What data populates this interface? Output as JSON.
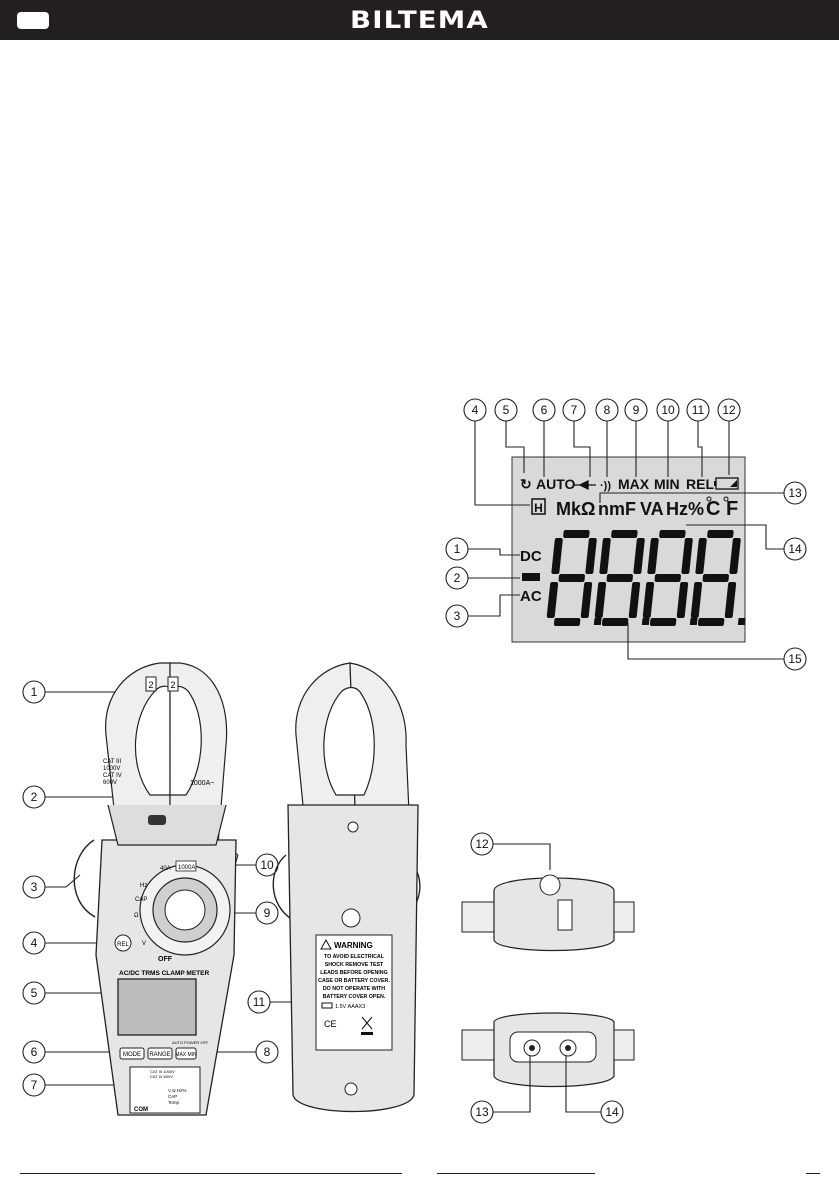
{
  "header": {
    "brand": "BILTEMA"
  },
  "lcd": {
    "row1": {
      "auto": "AUTO",
      "max": "MAX",
      "min": "MIN",
      "rel": "REL"
    },
    "row2": {
      "hold": "H",
      "units": "MkΩ",
      "nm": "nmF",
      "va": "VA",
      "hz": "Hz%",
      "temp": "C F"
    },
    "dc": "DC",
    "ac": "AC",
    "digits": "8.8.8.8",
    "callouts": [
      "1",
      "2",
      "3",
      "4",
      "5",
      "6",
      "7",
      "8",
      "9",
      "10",
      "11",
      "12",
      "13",
      "14",
      "15"
    ]
  },
  "meter_front": {
    "jaw_tag_1": "2",
    "jaw_tag_2": "2",
    "cat_text": [
      "CAT III",
      "1000V",
      "CAT IV",
      "600V"
    ],
    "jaw_rating": "1000A~",
    "dial": [
      "40A",
      "1000A",
      "Hz",
      "CAP",
      "Ω",
      "V",
      "OFF"
    ],
    "title": "AC/DC TRMS CLAMP METER",
    "rel": "REL",
    "auto_off": "AUTO POWER OFF",
    "buttons": [
      "MODE",
      "RANGE",
      "MAX MIN"
    ],
    "jack_label": "COM",
    "jack_info": [
      "CAT III 1000V",
      "CAT IV 600V",
      "V Ω Hz%",
      "CAP",
      "Temp"
    ],
    "callouts": [
      "1",
      "2",
      "3",
      "4",
      "5",
      "6",
      "7",
      "8",
      "9",
      "10"
    ]
  },
  "meter_back": {
    "warning_title": "WARNING",
    "warning_lines": [
      "TO AVOID ELECTRICAL",
      "SHOCK REMOVE TEST",
      "LEADS BEFORE OPENING",
      "CASE OR BATTERY COVER.",
      "DO NOT OPERATE WITH",
      "BATTERY COVER OPEN."
    ],
    "battery": "1.5V AAAX3",
    "ce": "CE",
    "callout": "11"
  },
  "views": {
    "top_callout": "12",
    "bottom_callouts": [
      "13",
      "14"
    ]
  }
}
